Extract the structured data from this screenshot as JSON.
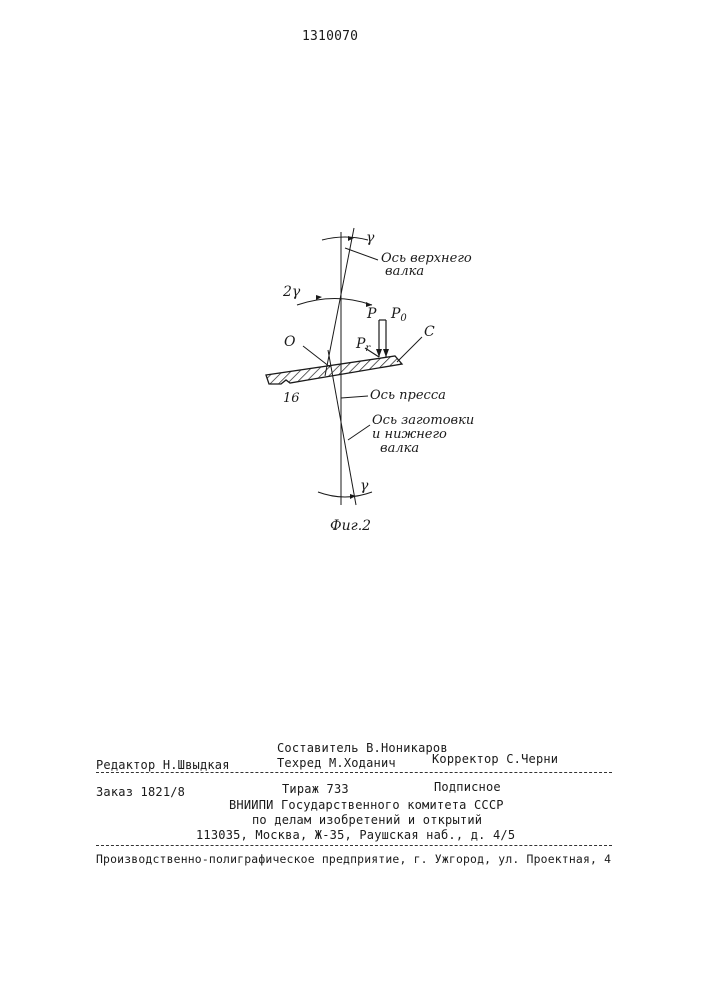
{
  "patent_number": "1310070",
  "figure": {
    "caption": "Фиг.2",
    "labels": {
      "gamma_top": "γ",
      "gamma_bottom": "γ",
      "two_gamma": "2γ",
      "upper_roll_axis_line1": "Ось верхнего",
      "upper_roll_axis_line2": "валка",
      "force_p": "P",
      "force_p0": "P",
      "force_p0_sub": "0",
      "force_pr": "P",
      "force_pr_sub": "r",
      "point_c": "C",
      "point_o": "O",
      "part_number": "16",
      "press_axis": "Ось пресса",
      "blank_axis_line1": "Ось заготовки",
      "blank_axis_line2": "и нижнего",
      "blank_axis_line3": "валка"
    }
  },
  "footer": {
    "compiler": "Составитель В.Ноникаров",
    "editor": "Редактор Н.Швыдкая",
    "techred": "Техред М.Ходанич",
    "corrector": "Корректор С.Черни",
    "order": "Заказ 1821/8",
    "circulation": "Тираж 733",
    "subscription": "Подписное",
    "org_line1": "ВНИИПИ Государственного комитета СССР",
    "org_line2": "по делам изобретений и открытий",
    "address": "113035, Москва, Ж-35, Раушская наб., д. 4/5",
    "printer": "Производственно-полиграфическое предприятие, г. Ужгород, ул. Проектная, 4"
  }
}
